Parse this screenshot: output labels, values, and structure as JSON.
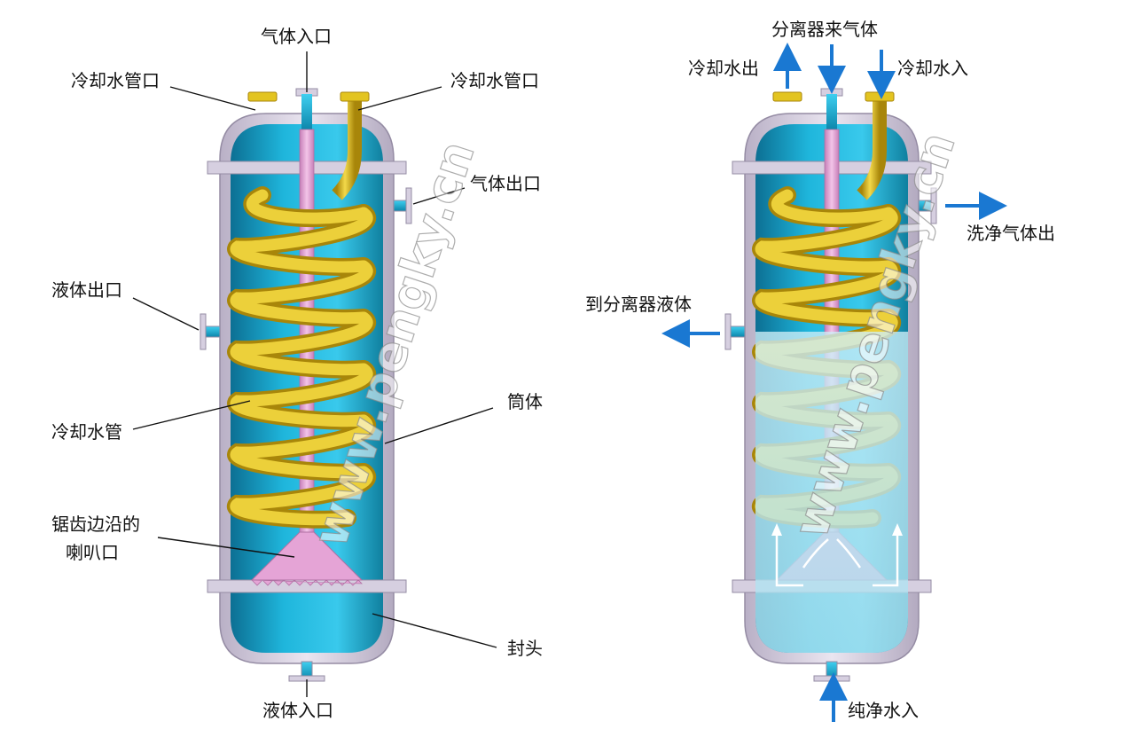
{
  "left_diagram": {
    "gas_inlet": "气体入口",
    "cooling_pipe_port_left": "冷却水管口",
    "cooling_pipe_port_right": "冷却水管口",
    "gas_outlet": "气体出口",
    "liquid_outlet": "液体出口",
    "shell": "筒体",
    "cooling_pipe": "冷却水管",
    "horn_line1": "锯齿边沿的",
    "horn_line2": "喇叭口",
    "head": "封头",
    "liquid_inlet": "液体入口"
  },
  "right_diagram": {
    "gas_from_separator": "分离器来气体",
    "cooling_water_out": "冷却水出",
    "cooling_water_in": "冷却水入",
    "clean_gas_out": "洗净气体出",
    "liquid_to_separator": "到分离器液体",
    "pure_water_in": "纯净水入"
  },
  "watermark": "www.pengky.cn",
  "colors": {
    "shell_fill": "#cfc8d8",
    "shell_stroke": "#9a90a8",
    "cavity": "#1fb8dc",
    "cavity_dark": "#0e7ea3",
    "coil": "#e2c21d",
    "coil_dark": "#a8860a",
    "center_pipe": "#e6a8d8",
    "flow_arrow": "#1a78d2"
  }
}
